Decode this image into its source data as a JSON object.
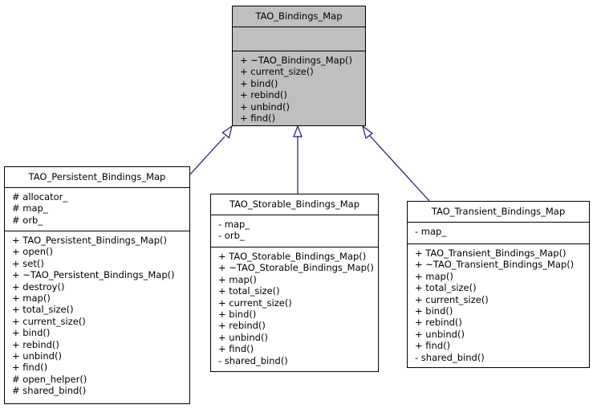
{
  "diagram": {
    "edge_color": "#191970",
    "base": {
      "name": "TAO_Bindings_Map",
      "attributes": [],
      "operations": [
        "+ ~TAO_Bindings_Map()",
        "+ current_size()",
        "+ bind()",
        "+ rebind()",
        "+ unbind()",
        "+ find()"
      ]
    },
    "children": [
      {
        "name": "TAO_Persistent_Bindings_Map",
        "attributes": [
          "# allocator_",
          "# map_",
          "# orb_"
        ],
        "operations": [
          "+ TAO_Persistent_Bindings_Map()",
          "+ open()",
          "+ set()",
          "+ ~TAO_Persistent_Bindings_Map()",
          "+ destroy()",
          "+ map()",
          "+ total_size()",
          "+ current_size()",
          "+ bind()",
          "+ rebind()",
          "+ unbind()",
          "+ find()",
          "# open_helper()",
          "# shared_bind()"
        ]
      },
      {
        "name": "TAO_Storable_Bindings_Map",
        "attributes": [
          "- map_",
          "- orb_"
        ],
        "operations": [
          "+ TAO_Storable_Bindings_Map()",
          "+ ~TAO_Storable_Bindings_Map()",
          "+ map()",
          "+ total_size()",
          "+ current_size()",
          "+ bind()",
          "+ rebind()",
          "+ unbind()",
          "+ find()",
          "- shared_bind()"
        ]
      },
      {
        "name": "TAO_Transient_Bindings_Map",
        "attributes": [
          "- map_"
        ],
        "operations": [
          "+ TAO_Transient_Bindings_Map()",
          "+ ~TAO_Transient_Bindings_Map()",
          "+ map()",
          "+ total_size()",
          "+ current_size()",
          "+ bind()",
          "+ rebind()",
          "+ unbind()",
          "+ find()",
          "- shared_bind()"
        ]
      }
    ]
  }
}
